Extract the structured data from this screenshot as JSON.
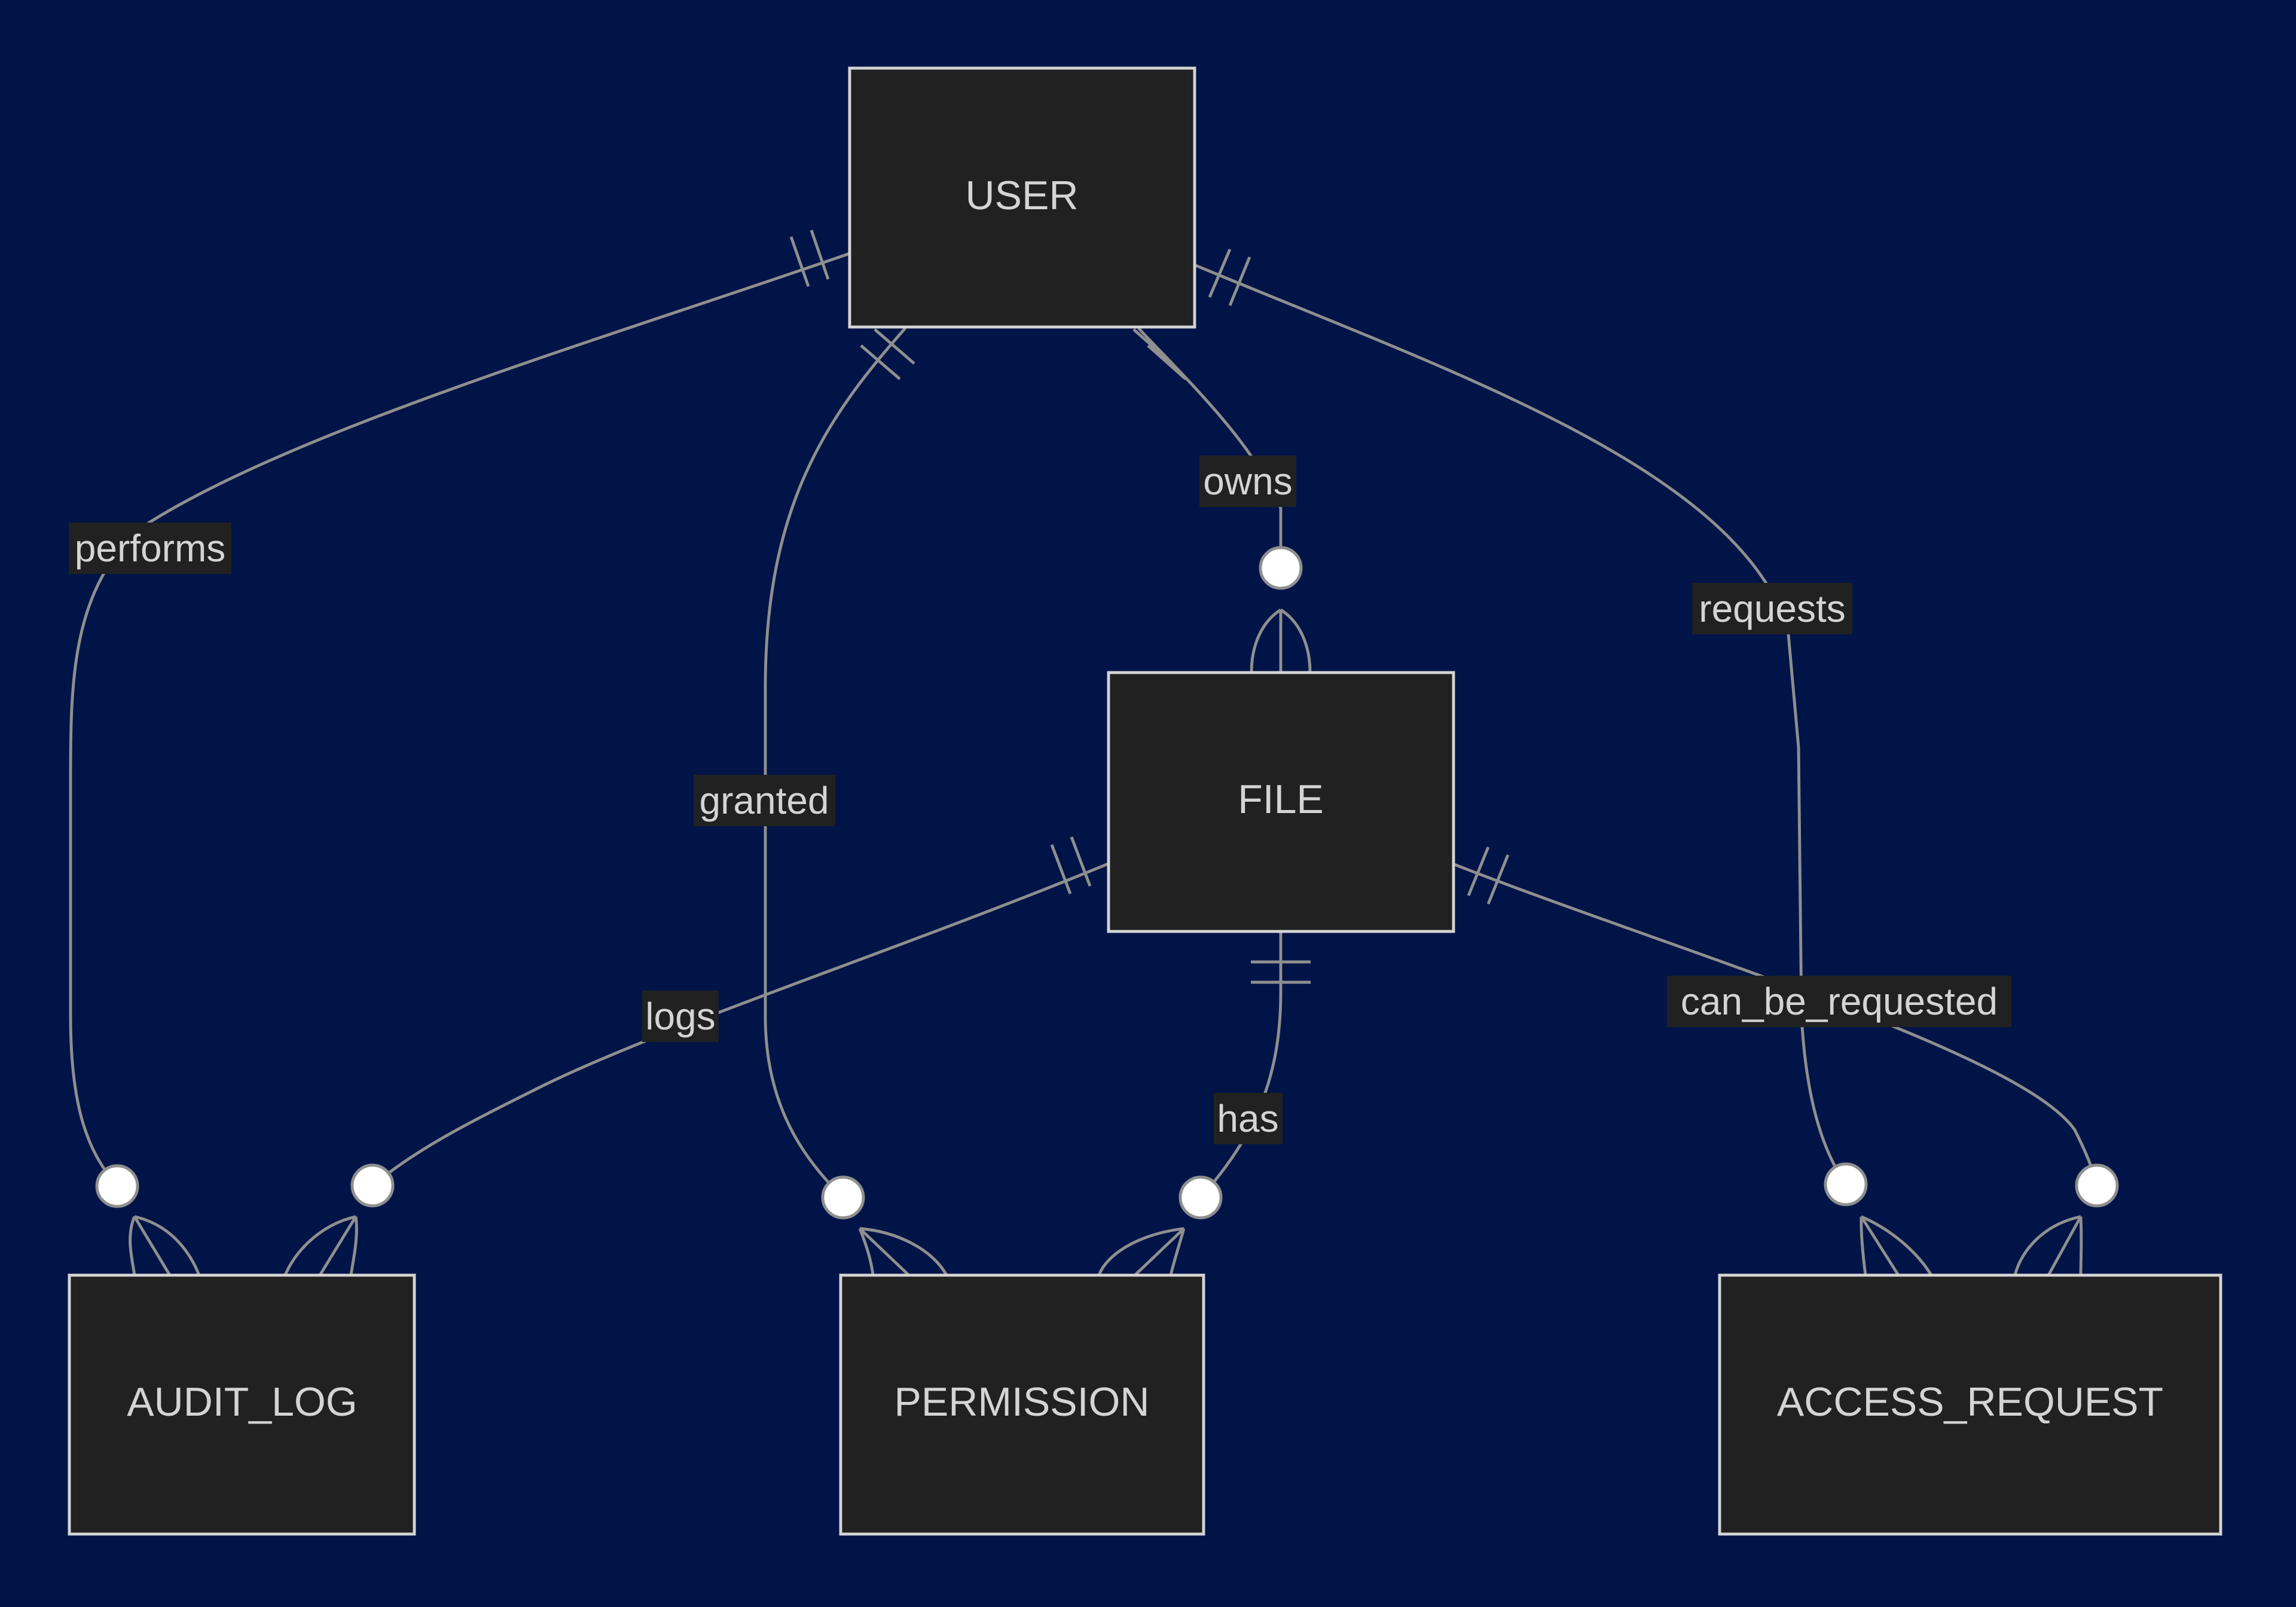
{
  "diagram": {
    "type": "entity-relationship",
    "colors": {
      "background": "#001447",
      "entity_fill": "#202120",
      "entity_stroke": "#d4d4d4",
      "text": "#d4d4d4",
      "edge": "#8f8f8f",
      "label_bg": "#202120"
    },
    "entities": [
      {
        "id": "user",
        "label": "USER"
      },
      {
        "id": "file",
        "label": "FILE"
      },
      {
        "id": "audit_log",
        "label": "AUDIT_LOG"
      },
      {
        "id": "permission",
        "label": "PERMISSION"
      },
      {
        "id": "access_request",
        "label": "ACCESS_REQUEST"
      }
    ],
    "relationships": [
      {
        "id": "performs",
        "label": "performs",
        "from": "user",
        "to": "audit_log",
        "from_card": "exactly-one",
        "to_card": "zero-or-more"
      },
      {
        "id": "granted",
        "label": "granted",
        "from": "user",
        "to": "permission",
        "from_card": "exactly-one",
        "to_card": "zero-or-more"
      },
      {
        "id": "owns",
        "label": "owns",
        "from": "user",
        "to": "file",
        "from_card": "exactly-one",
        "to_card": "zero-or-more"
      },
      {
        "id": "requests",
        "label": "requests",
        "from": "user",
        "to": "access_request",
        "from_card": "exactly-one",
        "to_card": "zero-or-more"
      },
      {
        "id": "logs",
        "label": "logs",
        "from": "file",
        "to": "audit_log",
        "from_card": "exactly-one",
        "to_card": "zero-or-more"
      },
      {
        "id": "has",
        "label": "has",
        "from": "file",
        "to": "permission",
        "from_card": "exactly-one",
        "to_card": "zero-or-more"
      },
      {
        "id": "can_be_requested",
        "label": "can_be_requested",
        "from": "file",
        "to": "access_request",
        "from_card": "exactly-one",
        "to_card": "zero-or-more"
      }
    ]
  }
}
